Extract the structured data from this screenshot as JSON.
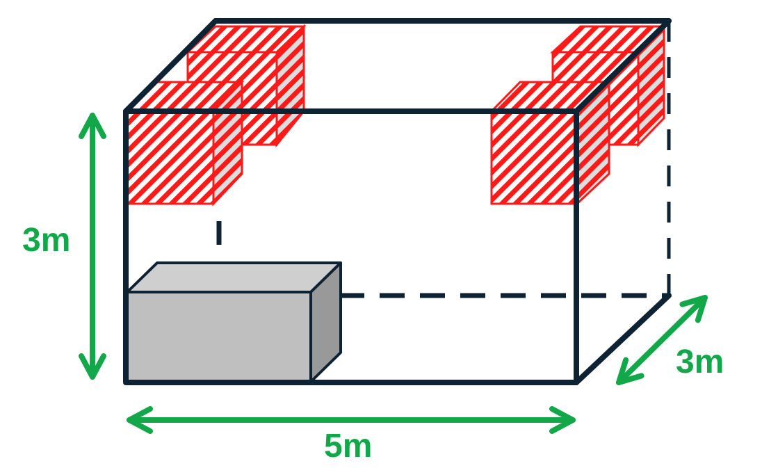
{
  "labels": {
    "height": "3m",
    "width": "5m",
    "depth": "3m"
  },
  "colors": {
    "edge": "#0d2233",
    "hatch": "#ff1a1a",
    "hatch_side_bg": "#dddddd",
    "dimension": "#12a84a",
    "box_front": "#bfbfbf",
    "box_top": "#cfcfcf",
    "box_side": "#999999"
  }
}
